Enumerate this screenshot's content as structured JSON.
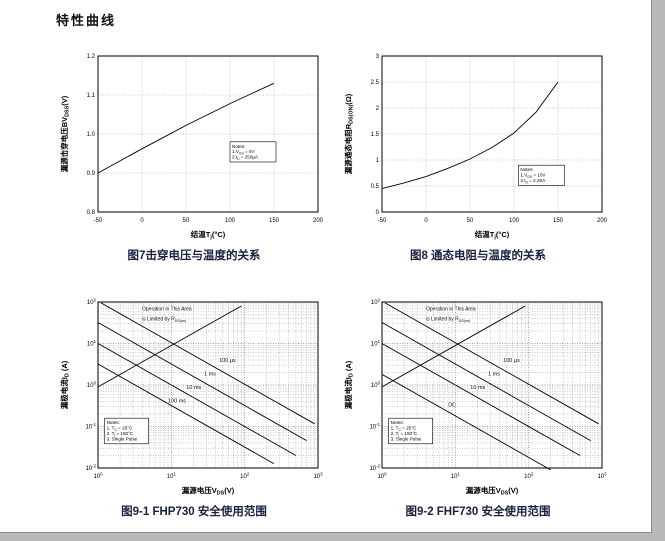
{
  "page": {
    "title": "特性曲线"
  },
  "chart_data": [
    {
      "type": "line",
      "caption": "图7击穿电压与温度的关系",
      "xlabel": "结温T_{j}(°C)",
      "ylabel": "漏源击穿电压BV_{DSS}(V)",
      "xscale": "linear",
      "yscale": "linear",
      "xlim": [
        -50,
        200
      ],
      "ylim": [
        0.8,
        1.2
      ],
      "xticks": [
        "-50",
        "0",
        "50",
        "100",
        "150",
        "200"
      ],
      "yticks": [
        "0.8",
        "0.9",
        "1.0",
        "1.1",
        "1.2"
      ],
      "series": [
        {
          "name": "BV_DSS vs Tj",
          "x": [
            -50,
            0,
            50,
            100,
            150
          ],
          "y": [
            0.9,
            0.962,
            1.022,
            1.078,
            1.13
          ]
        }
      ],
      "notes": {
        "fx": 0.6,
        "fy": 0.55,
        "w": 46,
        "lines": [
          "Notes:",
          "1.V_{GS} = 0V",
          "2.I_{D} = 250µA"
        ]
      },
      "annotations": []
    },
    {
      "type": "line",
      "caption": "图8 通态电阻与温度的关系",
      "xlabel": "结温T_{j}(°C)",
      "ylabel": "漏源通态电阻R_{DS(ON)}(Ω)",
      "xscale": "linear",
      "yscale": "linear",
      "xlim": [
        -50,
        200
      ],
      "ylim": [
        0,
        3
      ],
      "xticks": [
        "-50",
        "0",
        "50",
        "100",
        "150",
        "200"
      ],
      "yticks": [
        "0",
        "0.5",
        "1",
        "1.5",
        "2",
        "2.5",
        "3"
      ],
      "series": [
        {
          "name": "RDS(ON) vs Tj",
          "x": [
            -50,
            -25,
            0,
            25,
            50,
            75,
            100,
            125,
            150
          ],
          "y": [
            0.45,
            0.56,
            0.68,
            0.84,
            1.02,
            1.24,
            1.52,
            1.92,
            2.5
          ]
        }
      ],
      "notes": {
        "fx": 0.62,
        "fy": 0.7,
        "w": 46,
        "lines": [
          "Notes:",
          "1.V_{GS} = 10V",
          "2.I_{D} = 2.25A"
        ]
      },
      "annotations": []
    },
    {
      "type": "line",
      "caption": "图9-1 FHP730 安全使用范围",
      "xlabel": "漏源电压V_{DS}(V)",
      "ylabel": "漏极电流I_{D} (A)",
      "xscale": "log",
      "yscale": "log",
      "xlim": [
        1,
        1000
      ],
      "ylim": [
        0.01,
        100
      ],
      "series": [
        {
          "name": "RDS(on) limit",
          "x": [
            1,
            90
          ],
          "y": [
            0.9,
            80
          ]
        },
        {
          "name": "100 µs",
          "x": [
            1.1,
            900
          ],
          "y": [
            95,
            0.116
          ]
        },
        {
          "name": "1 ms",
          "x": [
            1,
            700
          ],
          "y": [
            32,
            0.0457
          ]
        },
        {
          "name": "10 ms",
          "x": [
            1,
            500
          ],
          "y": [
            10,
            0.02
          ]
        },
        {
          "name": "100 ms",
          "x": [
            1,
            250
          ],
          "y": [
            3.2,
            0.0128
          ]
        }
      ],
      "annotations": [
        {
          "fx": 0.2,
          "fy": 0.05,
          "text": "Operation in This Area",
          "size": 5
        },
        {
          "fx": 0.2,
          "fy": 0.11,
          "text": "is Limited by R_{DS(on)}",
          "size": 5
        },
        {
          "x": 45,
          "y": 3.6,
          "text": "100 µs",
          "size": 5.5
        },
        {
          "x": 28,
          "y": 1.7,
          "text": "1 ms",
          "size": 5.5
        },
        {
          "x": 16,
          "y": 0.8,
          "text": "10 ms",
          "size": 5.5
        },
        {
          "x": 9,
          "y": 0.38,
          "text": "100 ms",
          "size": 5.5
        }
      ],
      "notes": {
        "fx": 0.03,
        "fy": 0.7,
        "w": 44,
        "lines": [
          "Notes:",
          "1. T_{C} = 25°C",
          "2. T_{j} = 150°C",
          "3. Single Pulse"
        ]
      }
    },
    {
      "type": "line",
      "caption": "图9-2 FHF730 安全使用范围",
      "xlabel": "漏源电压V_{DS}(V)",
      "ylabel": "漏极电流I_{D} (A)",
      "xscale": "log",
      "yscale": "log",
      "xlim": [
        1,
        1000
      ],
      "ylim": [
        0.01,
        100
      ],
      "series": [
        {
          "name": "RDS(on) limit",
          "x": [
            1,
            90
          ],
          "y": [
            0.9,
            80
          ]
        },
        {
          "name": "100 µs",
          "x": [
            1.1,
            900
          ],
          "y": [
            95,
            0.116
          ]
        },
        {
          "name": "1 ms",
          "x": [
            1,
            700
          ],
          "y": [
            32,
            0.0457
          ]
        },
        {
          "name": "10 ms",
          "x": [
            1,
            500
          ],
          "y": [
            10,
            0.02
          ]
        },
        {
          "name": "DC",
          "x": [
            1,
            200
          ],
          "y": [
            1.8,
            0.009
          ]
        }
      ],
      "annotations": [
        {
          "fx": 0.2,
          "fy": 0.05,
          "text": "Operation in This Area",
          "size": 5
        },
        {
          "fx": 0.2,
          "fy": 0.11,
          "text": "is Limited by R_{DS(on)}",
          "size": 5
        },
        {
          "x": 45,
          "y": 3.6,
          "text": "100 µs",
          "size": 5.5
        },
        {
          "x": 28,
          "y": 1.7,
          "text": "1 ms",
          "size": 5.5
        },
        {
          "x": 16,
          "y": 0.8,
          "text": "10 ms",
          "size": 5.5
        },
        {
          "x": 8,
          "y": 0.3,
          "text": "DC",
          "size": 5.5
        }
      ],
      "notes": {
        "fx": 0.03,
        "fy": 0.7,
        "w": 44,
        "lines": [
          "Notes:",
          "1. T_{C} = 25°C",
          "2. T_{j} = 150°C",
          "3. Single Pulse"
        ]
      }
    }
  ]
}
